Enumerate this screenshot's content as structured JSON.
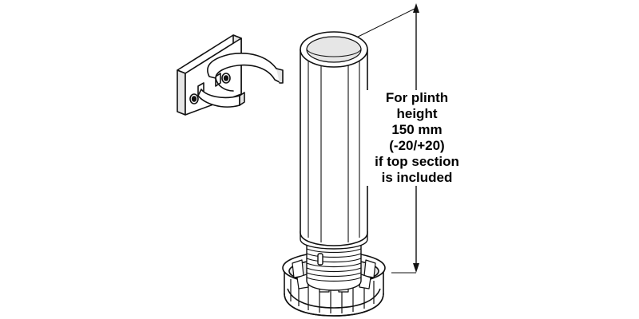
{
  "colors": {
    "line": "#111111",
    "fill": "#ffffff",
    "shade": "#e6e6e6",
    "dark_shade": "#c8c8c8",
    "text": "#000000"
  },
  "dimension_label": {
    "lines": [
      "For plinth",
      "height",
      "150 mm",
      "(-20/+20)",
      "if top section",
      "is included"
    ]
  },
  "parts": [
    {
      "name": "plinth-clip",
      "icon": "clip-bracket-icon"
    },
    {
      "name": "plinth-leg",
      "icon": "adjustable-leg-icon"
    }
  ]
}
